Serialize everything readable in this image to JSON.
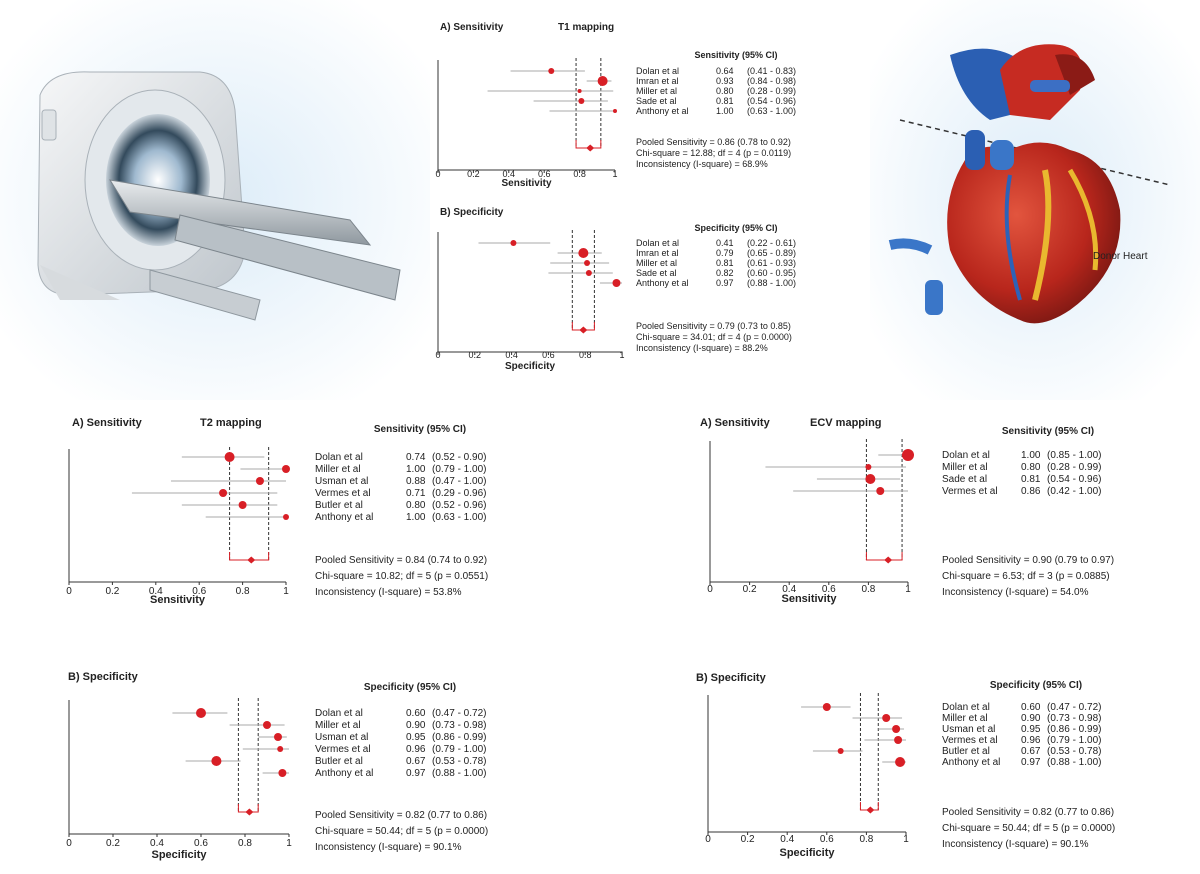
{
  "colors": {
    "marker": "#d81f26",
    "axis": "#333333",
    "ci_line": "#aaaaaa",
    "pooled_box": "#d81f26"
  },
  "illustration": {
    "scanner_icon": "ct-scanner-icon",
    "heart_icon": "donor-heart-icon",
    "donor_label": "Donor Heart"
  },
  "chart_data": [
    {
      "type": "forest",
      "panel_label": "A) Sensitivity",
      "title": "T1 mapping",
      "xlabel": "Sensitivity",
      "table_header": "Sensitivity (95% CI)",
      "xlim": [
        0,
        1
      ],
      "xticks": [
        "0",
        "0.2",
        "0.4",
        "0.6",
        "0.8",
        "1"
      ],
      "studies": [
        {
          "name": "Dolan et al",
          "value": "0.64",
          "ci": "(0.41 - 0.83)",
          "est": 0.64,
          "lo": 0.41,
          "hi": 0.83,
          "w": 3
        },
        {
          "name": "Imran et al",
          "value": "0.93",
          "ci": "(0.84 - 0.98)",
          "est": 0.93,
          "lo": 0.84,
          "hi": 0.98,
          "w": 5
        },
        {
          "name": "Miller et al",
          "value": "0.80",
          "ci": "(0.28 - 0.99)",
          "est": 0.8,
          "lo": 0.28,
          "hi": 0.99,
          "w": 2
        },
        {
          "name": "Sade et al",
          "value": "0.81",
          "ci": "(0.54 - 0.96)",
          "est": 0.81,
          "lo": 0.54,
          "hi": 0.96,
          "w": 3
        },
        {
          "name": "Anthony et al",
          "value": "1.00",
          "ci": "(0.63 - 1.00)",
          "est": 1.0,
          "lo": 0.63,
          "hi": 1.0,
          "w": 2
        }
      ],
      "pooled": {
        "est": 0.86,
        "lo": 0.78,
        "hi": 0.92
      },
      "stats": [
        "Pooled Sensitivity = 0.86 (0.78 to 0.92)",
        "Chi-square = 12.88; df = 4 (p = 0.0119)",
        "Inconsistency (I-square) = 68.9%"
      ]
    },
    {
      "type": "forest",
      "panel_label": "B) Specificity",
      "title": "",
      "xlabel": "Specificity",
      "table_header": "Specificity (95% CI)",
      "xlim": [
        0,
        1
      ],
      "xticks": [
        "0",
        "0.2",
        "0.4",
        "0.6",
        "0.8",
        "1"
      ],
      "studies": [
        {
          "name": "Dolan et al",
          "value": "0.41",
          "ci": "(0.22 - 0.61)",
          "est": 0.41,
          "lo": 0.22,
          "hi": 0.61,
          "w": 3
        },
        {
          "name": "Imran et al",
          "value": "0.79",
          "ci": "(0.65 - 0.89)",
          "est": 0.79,
          "lo": 0.65,
          "hi": 0.89,
          "w": 5
        },
        {
          "name": "Miller et al",
          "value": "0.81",
          "ci": "(0.61 - 0.93)",
          "est": 0.81,
          "lo": 0.61,
          "hi": 0.93,
          "w": 3
        },
        {
          "name": "Sade et al",
          "value": "0.82",
          "ci": "(0.60 - 0.95)",
          "est": 0.82,
          "lo": 0.6,
          "hi": 0.95,
          "w": 3
        },
        {
          "name": "Anthony et al",
          "value": "0.97",
          "ci": "(0.88 - 1.00)",
          "est": 0.97,
          "lo": 0.88,
          "hi": 1.0,
          "w": 4
        }
      ],
      "pooled": {
        "est": 0.79,
        "lo": 0.73,
        "hi": 0.85
      },
      "stats": [
        "Pooled Sensitivity = 0.79 (0.73 to 0.85)",
        "Chi-square = 34.01; df = 4 (p = 0.0000)",
        "Inconsistency (I-square) = 88.2%"
      ]
    },
    {
      "type": "forest",
      "panel_label": "A) Sensitivity",
      "title": "T2 mapping",
      "xlabel": "Sensitivity",
      "table_header": "Sensitivity (95% CI)",
      "xlim": [
        0,
        1
      ],
      "xticks": [
        "0",
        "0.2",
        "0.4",
        "0.6",
        "0.8",
        "1"
      ],
      "studies": [
        {
          "name": "Dolan et al",
          "value": "0.74",
          "ci": "(0.52 - 0.90)",
          "est": 0.74,
          "lo": 0.52,
          "hi": 0.9,
          "w": 5
        },
        {
          "name": "Miller et al",
          "value": "1.00",
          "ci": "(0.79 - 1.00)",
          "est": 1.0,
          "lo": 0.79,
          "hi": 1.0,
          "w": 4
        },
        {
          "name": "Usman et al",
          "value": "0.88",
          "ci": "(0.47 - 1.00)",
          "est": 0.88,
          "lo": 0.47,
          "hi": 1.0,
          "w": 4
        },
        {
          "name": "Vermes et al",
          "value": "0.71",
          "ci": "(0.29 - 0.96)",
          "est": 0.71,
          "lo": 0.29,
          "hi": 0.96,
          "w": 4
        },
        {
          "name": "Butler et al",
          "value": "0.80",
          "ci": "(0.52 - 0.96)",
          "est": 0.8,
          "lo": 0.52,
          "hi": 0.96,
          "w": 4
        },
        {
          "name": "Anthony et al",
          "value": "1.00",
          "ci": "(0.63 - 1.00)",
          "est": 1.0,
          "lo": 0.63,
          "hi": 1.0,
          "w": 3
        }
      ],
      "pooled": {
        "est": 0.84,
        "lo": 0.74,
        "hi": 0.92
      },
      "stats": [
        "Pooled Sensitivity = 0.84 (0.74 to 0.92)",
        "Chi-square = 10.82; df = 5 (p = 0.0551)",
        "Inconsistency (I-square) = 53.8%"
      ]
    },
    {
      "type": "forest",
      "panel_label": "A) Sensitivity",
      "title": "ECV mapping",
      "xlabel": "Sensitivity",
      "table_header": "Sensitivity (95% CI)",
      "xlim": [
        0,
        1
      ],
      "xticks": [
        "0",
        "0.2",
        "0.4",
        "0.6",
        "0.8",
        "1"
      ],
      "studies": [
        {
          "name": "Dolan et al",
          "value": "1.00",
          "ci": "(0.85 - 1.00)",
          "est": 1.0,
          "lo": 0.85,
          "hi": 1.0,
          "w": 6
        },
        {
          "name": "Miller et al",
          "value": "0.80",
          "ci": "(0.28 - 0.99)",
          "est": 0.8,
          "lo": 0.28,
          "hi": 0.99,
          "w": 3
        },
        {
          "name": "Sade et al",
          "value": "0.81",
          "ci": "(0.54 - 0.96)",
          "est": 0.81,
          "lo": 0.54,
          "hi": 0.96,
          "w": 5
        },
        {
          "name": "Vermes et al",
          "value": "0.86",
          "ci": "(0.42 - 1.00)",
          "est": 0.86,
          "lo": 0.42,
          "hi": 1.0,
          "w": 4
        }
      ],
      "pooled": {
        "est": 0.9,
        "lo": 0.79,
        "hi": 0.97
      },
      "stats": [
        "Pooled Sensitivity = 0.90 (0.79 to 0.97)",
        "Chi-square = 6.53; df = 3 (p = 0.0885)",
        "Inconsistency (I-square) = 54.0%"
      ]
    },
    {
      "type": "forest",
      "panel_label": "B) Specificity",
      "title": "",
      "xlabel": "Specificity",
      "table_header": "Specificity (95% CI)",
      "xlim": [
        0,
        1
      ],
      "xticks": [
        "0",
        "0.2",
        "0.4",
        "0.6",
        "0.8",
        "1"
      ],
      "studies": [
        {
          "name": "Dolan et al",
          "value": "0.60",
          "ci": "(0.47 - 0.72)",
          "est": 0.6,
          "lo": 0.47,
          "hi": 0.72,
          "w": 5
        },
        {
          "name": "Miller et al",
          "value": "0.90",
          "ci": "(0.73 - 0.98)",
          "est": 0.9,
          "lo": 0.73,
          "hi": 0.98,
          "w": 4
        },
        {
          "name": "Usman et al",
          "value": "0.95",
          "ci": "(0.86 - 0.99)",
          "est": 0.95,
          "lo": 0.86,
          "hi": 0.99,
          "w": 4
        },
        {
          "name": "Vermes et al",
          "value": "0.96",
          "ci": "(0.79 - 1.00)",
          "est": 0.96,
          "lo": 0.79,
          "hi": 1.0,
          "w": 3
        },
        {
          "name": "Butler et al",
          "value": "0.67",
          "ci": "(0.53 - 0.78)",
          "est": 0.67,
          "lo": 0.53,
          "hi": 0.78,
          "w": 5
        },
        {
          "name": "Anthony et al",
          "value": "0.97",
          "ci": "(0.88 - 1.00)",
          "est": 0.97,
          "lo": 0.88,
          "hi": 1.0,
          "w": 4
        }
      ],
      "pooled": {
        "est": 0.82,
        "lo": 0.77,
        "hi": 0.86
      },
      "stats": [
        "Pooled Sensitivity = 0.82 (0.77 to 0.86)",
        "Chi-square = 50.44; df = 5 (p = 0.0000)",
        "Inconsistency (I-square) = 90.1%"
      ]
    },
    {
      "type": "forest",
      "panel_label": "B) Specificity",
      "title": "",
      "xlabel": "Specificity",
      "table_header": "Specificity (95% CI)",
      "xlim": [
        0,
        1
      ],
      "xticks": [
        "0",
        "0.2",
        "0.4",
        "0.6",
        "0.8",
        "1"
      ],
      "studies": [
        {
          "name": "Dolan et al",
          "value": "0.60",
          "ci": "(0.47 - 0.72)",
          "est": 0.6,
          "lo": 0.47,
          "hi": 0.72,
          "w": 4
        },
        {
          "name": "Miller et al",
          "value": "0.90",
          "ci": "(0.73 - 0.98)",
          "est": 0.9,
          "lo": 0.73,
          "hi": 0.98,
          "w": 4
        },
        {
          "name": "Usman et al",
          "value": "0.95",
          "ci": "(0.86 - 0.99)",
          "est": 0.95,
          "lo": 0.86,
          "hi": 0.99,
          "w": 4
        },
        {
          "name": "Vermes et al",
          "value": "0.96",
          "ci": "(0.79 - 1.00)",
          "est": 0.96,
          "lo": 0.79,
          "hi": 1.0,
          "w": 4
        },
        {
          "name": "Butler et al",
          "value": "0.67",
          "ci": "(0.53 - 0.78)",
          "est": 0.67,
          "lo": 0.53,
          "hi": 0.78,
          "w": 3
        },
        {
          "name": "Anthony et al",
          "value": "0.97",
          "ci": "(0.88 - 1.00)",
          "est": 0.97,
          "lo": 0.88,
          "hi": 1.0,
          "w": 5
        }
      ],
      "pooled": {
        "est": 0.82,
        "lo": 0.77,
        "hi": 0.86
      },
      "stats": [
        "Pooled Sensitivity = 0.82 (0.77 to 0.86)",
        "Chi-square = 50.44; df = 5 (p = 0.0000)",
        "Inconsistency (I-square) = 90.1%"
      ]
    }
  ]
}
